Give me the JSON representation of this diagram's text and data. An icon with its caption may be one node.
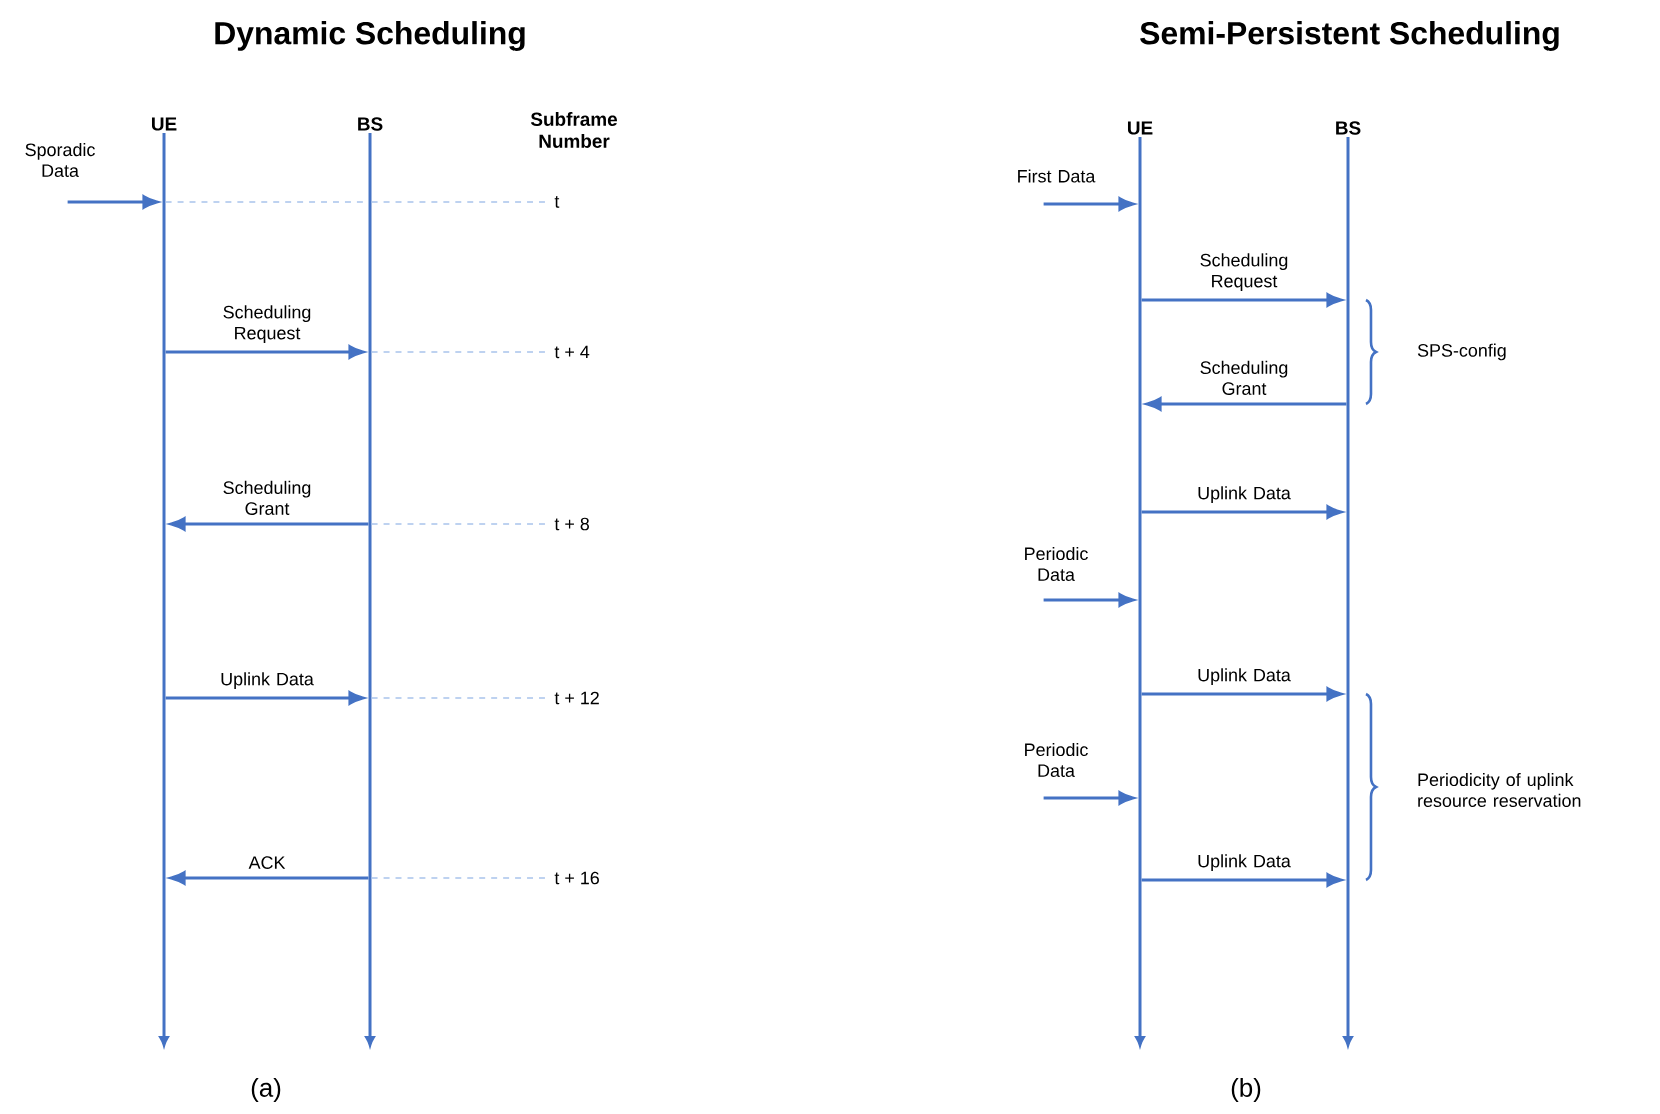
{
  "diagram": {
    "nodes": [
      {
        "text": [
          "UE"
        ]
      },
      {
        "text": [
          "BS"
        ]
      },
      {
        "text": [
          "t"
        ]
      },
      {
        "text": [
          "t + 4"
        ]
      },
      {
        "text": [
          "t + 8"
        ]
      },
      {
        "text": [
          "t + 12"
        ]
      },
      {
        "text": [
          "t + 16"
        ]
      },
      {
        "text": [
          "UE"
        ]
      },
      {
        "text": [
          "BS"
        ]
      }
    ],
    "edges": [
      {
        "from": null,
        "to": 0,
        "arrow": "to",
        "label": "Sporadic Data"
      },
      {
        "from": 0,
        "to": 1,
        "arrow": "to",
        "label": "Scheduling Request"
      },
      {
        "from": 1,
        "to": 0,
        "arrow": "to",
        "label": "Scheduling Grant"
      },
      {
        "from": 0,
        "to": 1,
        "arrow": "to",
        "label": "Uplink Data"
      },
      {
        "from": 1,
        "to": 0,
        "arrow": "to",
        "label": "ACK"
      },
      {
        "from": 0,
        "to": 1,
        "arrow": "none",
        "style": "dashed",
        "color": "#a9c4ec"
      },
      {
        "from": 1,
        "to": 2,
        "arrow": "none",
        "style": "dashed",
        "color": "#a9c4ec"
      },
      {
        "from": 1,
        "to": 3,
        "arrow": "none",
        "style": "dashed",
        "color": "#a9c4ec"
      },
      {
        "from": 1,
        "to": 4,
        "arrow": "none",
        "style": "dashed",
        "color": "#a9c4ec"
      },
      {
        "from": 1,
        "to": 5,
        "arrow": "none",
        "style": "dashed",
        "color": "#a9c4ec"
      },
      {
        "from": 1,
        "to": 6,
        "arrow": "none",
        "style": "dashed",
        "color": "#a9c4ec"
      },
      {
        "from": null,
        "to": 7,
        "arrow": "to",
        "label": "First Data"
      },
      {
        "from": 7,
        "to": 8,
        "arrow": "to",
        "label": "Scheduling Request"
      },
      {
        "from": 8,
        "to": 7,
        "arrow": "to",
        "label": "Scheduling Grant"
      },
      {
        "from": 7,
        "to": 8,
        "arrow": "to",
        "label": "Uplink Data"
      },
      {
        "from": null,
        "to": 7,
        "arrow": "to",
        "label": "Periodic Data"
      },
      {
        "from": 7,
        "to": 8,
        "arrow": "to",
        "label": "Uplink Data"
      },
      {
        "from": null,
        "to": 7,
        "arrow": "to",
        "label": "Periodic Data"
      },
      {
        "from": 7,
        "to": 8,
        "arrow": "to",
        "label": "Uplink Data"
      }
    ],
    "labels": [
      "Dynamic Scheduling",
      "Semi-Persistent Scheduling",
      "Subframe Number",
      "SPS-config",
      "Periodicity of uplink resource reservation",
      "(a)",
      "(b)"
    ]
  }
}
